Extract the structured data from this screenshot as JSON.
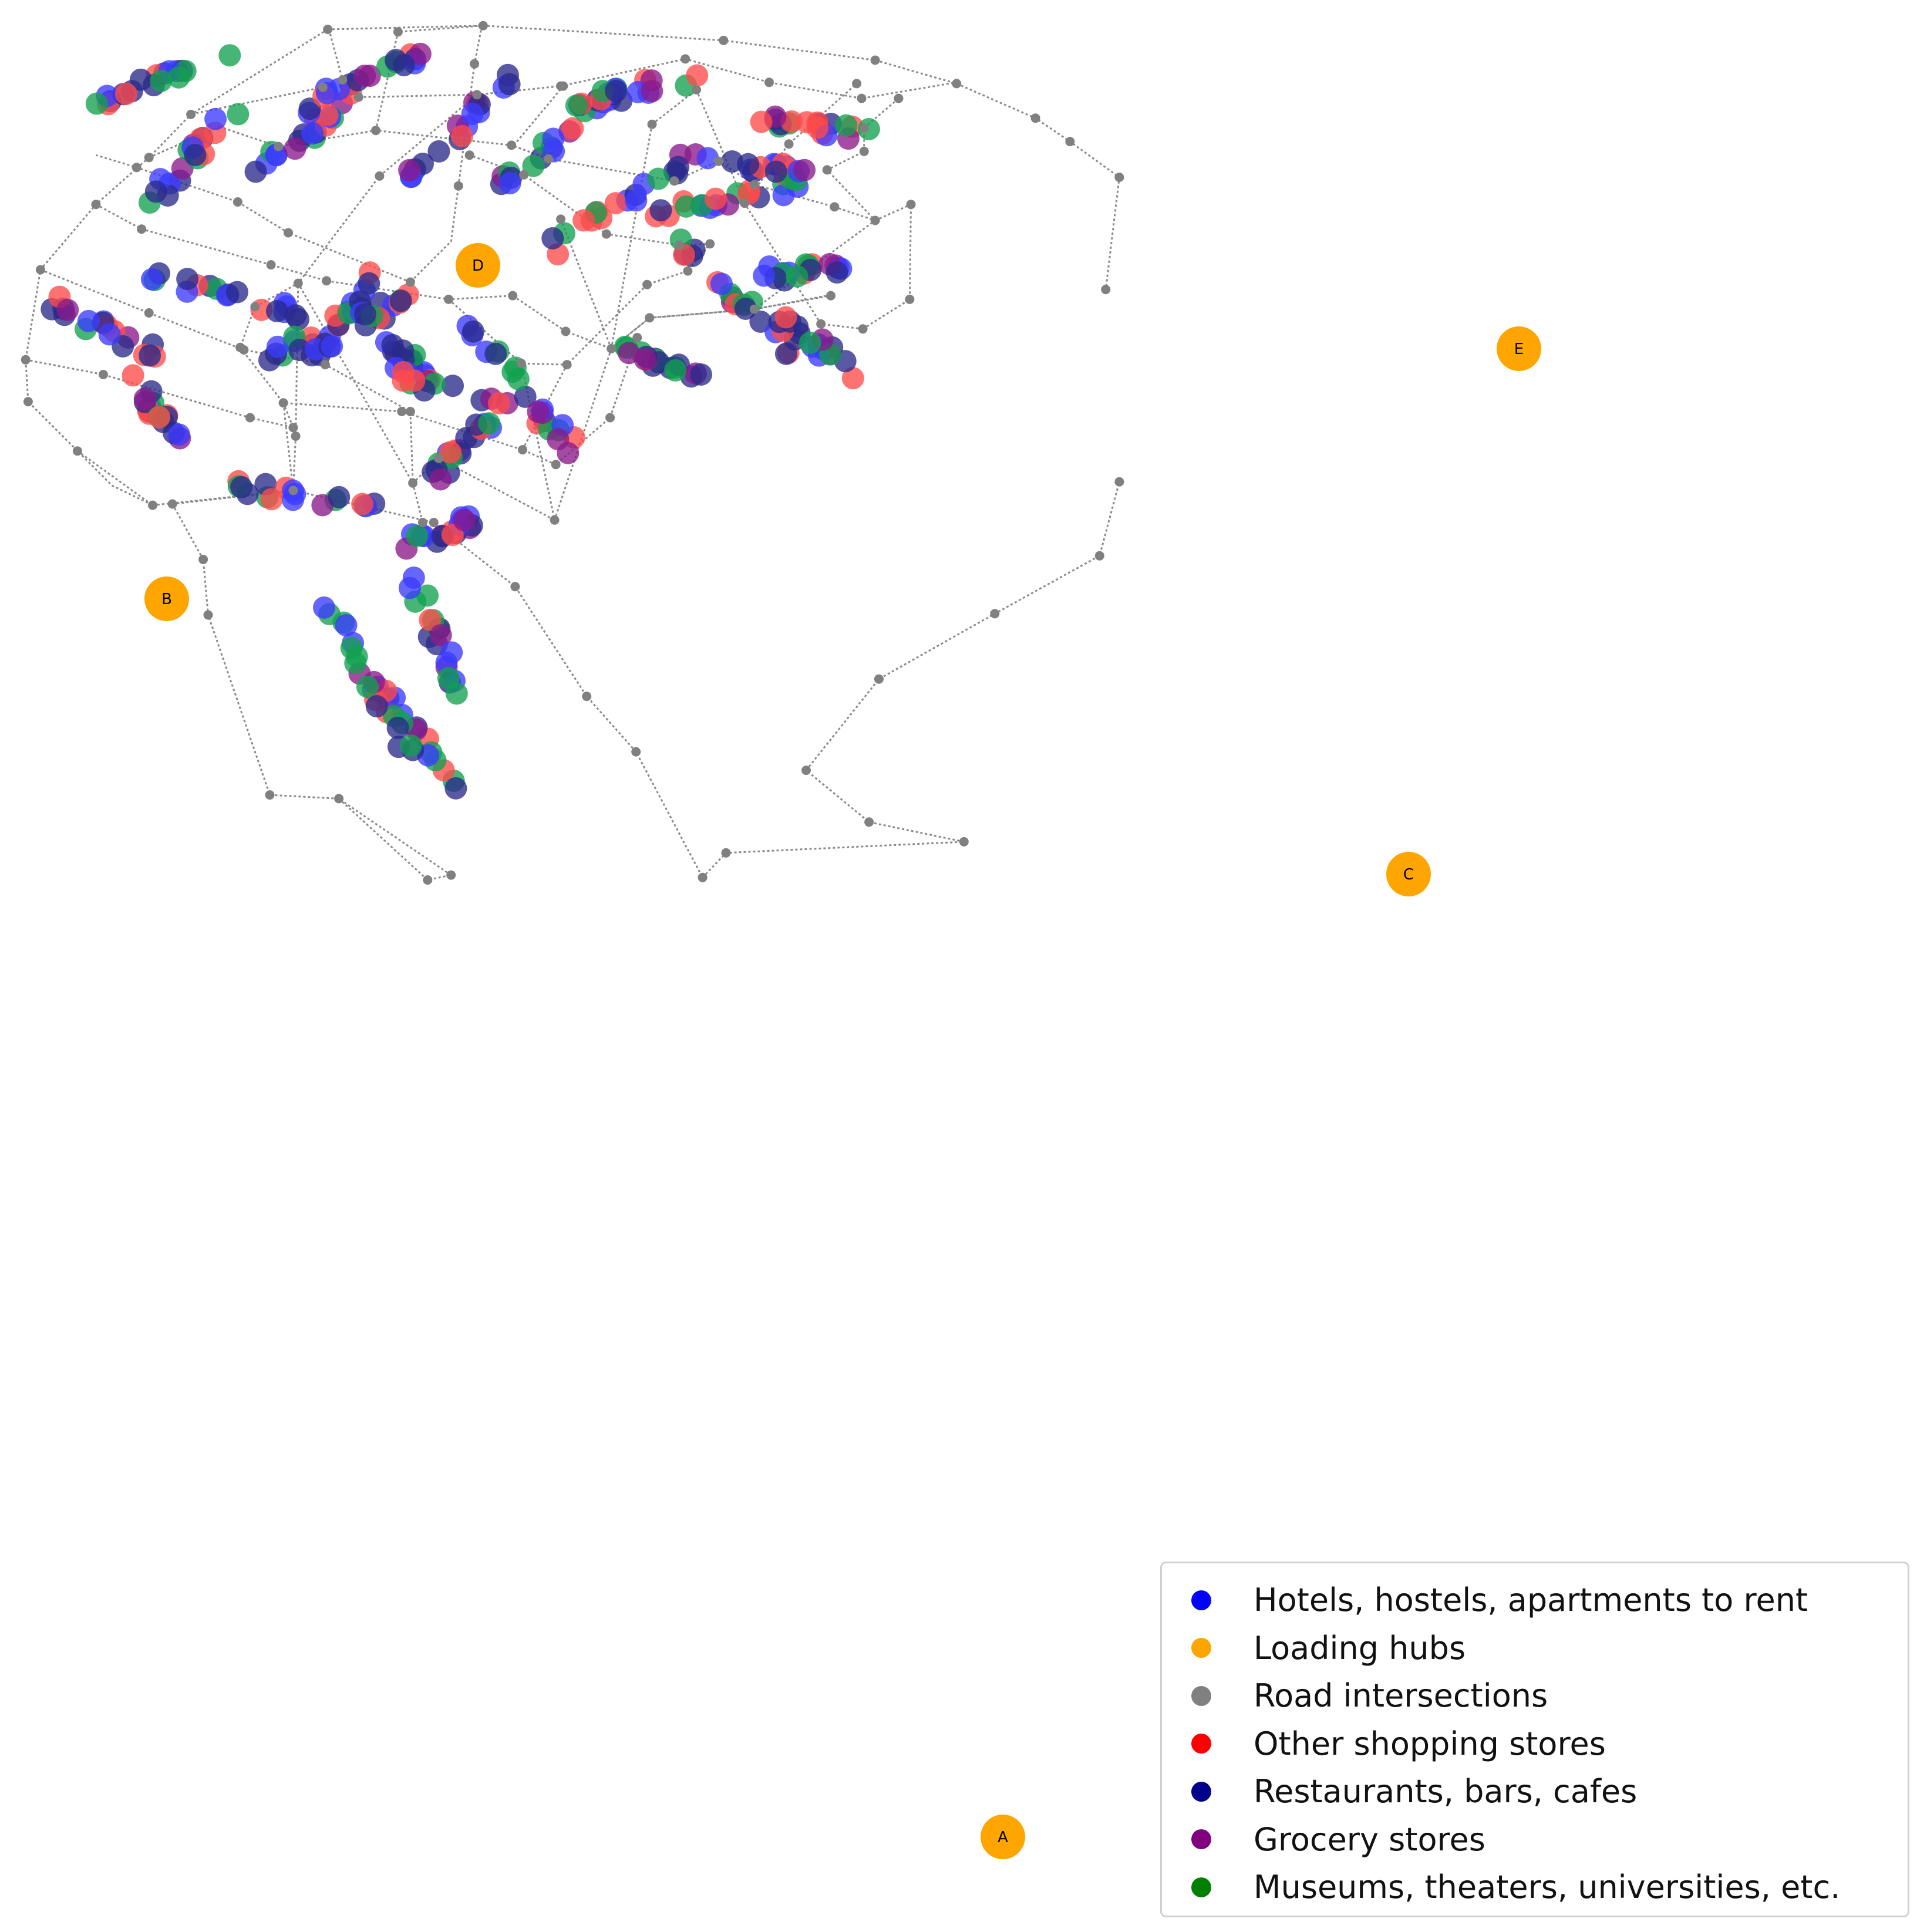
{
  "legend": {
    "items": [
      {
        "label": "Hotels, hostels, apartments to rent",
        "color": "#0000ff"
      },
      {
        "label": "Loading hubs",
        "color": "#ffa500"
      },
      {
        "label": "Road intersections",
        "color": "#808080"
      },
      {
        "label": "Other shopping stores",
        "color": "#ff0000"
      },
      {
        "label": "Restaurants, bars, cafes",
        "color": "#00008b"
      },
      {
        "label": "Grocery stores",
        "color": "#800080"
      },
      {
        "label": "Museums, theaters, universities, etc.",
        "color": "#008000"
      }
    ]
  },
  "hubs": [
    {
      "label": "A"
    },
    {
      "label": "B"
    },
    {
      "label": "C"
    },
    {
      "label": "D"
    },
    {
      "label": "E"
    }
  ]
}
